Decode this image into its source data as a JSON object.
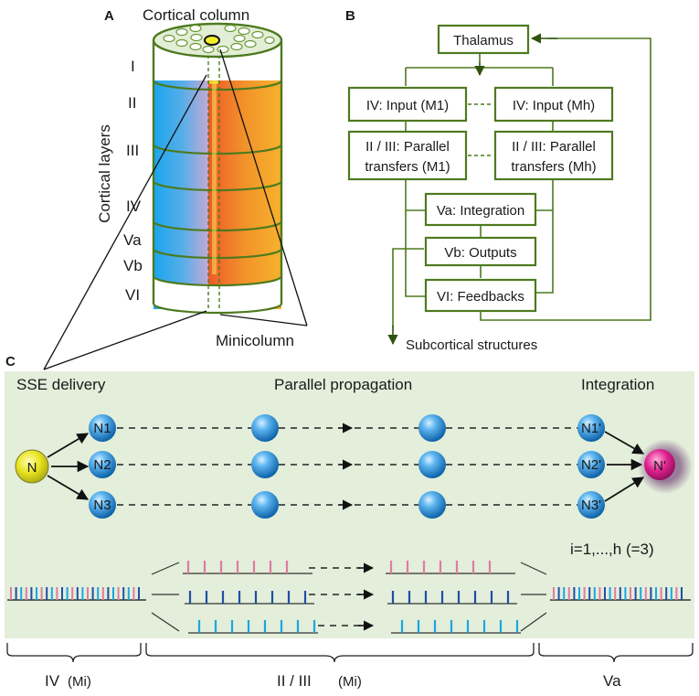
{
  "panels": {
    "a": "A",
    "b": "B",
    "c": "C"
  },
  "panel_a": {
    "title": "Cortical column",
    "axis_label": "Cortical layers",
    "layers": [
      "I",
      "II",
      "III",
      "IV",
      "Va",
      "Vb",
      "VI"
    ],
    "minicolumn_label": "Minicolumn"
  },
  "panel_b": {
    "thalamus": "Thalamus",
    "input_m1": "IV: Input (M1)",
    "input_mh": "IV: Input (Mh)",
    "parallel_m1": [
      "II / III: Parallel",
      "transfers (M1)"
    ],
    "parallel_mh": [
      "II / III: Parallel",
      "transfers (Mh)"
    ],
    "integration": "Va: Integration",
    "outputs": "Vb: Outputs",
    "feedbacks": "VI: Feedbacks",
    "subcortical": "Subcortical structures"
  },
  "panel_c": {
    "heading_left": "SSE delivery",
    "heading_mid": "Parallel propagation",
    "heading_right": "Integration",
    "source_node": "N",
    "target_node": "N'",
    "left_nodes": [
      "N1",
      "N2",
      "N3"
    ],
    "right_nodes": [
      "N1'",
      "N2'",
      "N3'"
    ],
    "index_note": "i=1,...,h (=3)",
    "bracket_left_main": "IV",
    "bracket_left_sub": "(Mi)",
    "bracket_mid_main": "II / III",
    "bracket_mid_sub": "(Mi)",
    "bracket_right": "Va"
  },
  "colors": {
    "green_box": "#4d7a1f",
    "panel_c_bg": "#e3eedb",
    "node_blue": "#2a8fd8",
    "node_yellow": "#e3e31e",
    "node_magenta": "#d81b8c",
    "spike_pink": "#e07ca0",
    "spike_darkblue": "#1f4fa0",
    "spike_cyan": "#1aa7e0",
    "layer_blue": "#1ea8ea",
    "layer_orange": "#f07a2a"
  }
}
